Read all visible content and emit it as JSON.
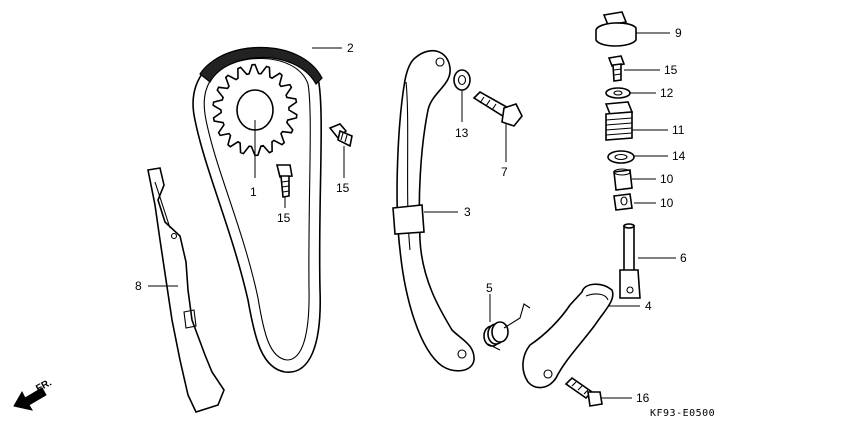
{
  "callouts": [
    {
      "id": "1",
      "text": "1"
    },
    {
      "id": "2",
      "text": "2"
    },
    {
      "id": "3",
      "text": "3"
    },
    {
      "id": "4",
      "text": "4"
    },
    {
      "id": "5",
      "text": "5"
    },
    {
      "id": "6",
      "text": "6"
    },
    {
      "id": "7",
      "text": "7"
    },
    {
      "id": "8",
      "text": "8"
    },
    {
      "id": "9",
      "text": "9"
    },
    {
      "id": "10a",
      "text": "10"
    },
    {
      "id": "10b",
      "text": "10"
    },
    {
      "id": "11",
      "text": "11"
    },
    {
      "id": "12",
      "text": "12"
    },
    {
      "id": "13",
      "text": "13"
    },
    {
      "id": "14",
      "text": "14"
    },
    {
      "id": "15a",
      "text": "15"
    },
    {
      "id": "15b",
      "text": "15"
    },
    {
      "id": "15c",
      "text": "15"
    },
    {
      "id": "16",
      "text": "16"
    }
  ],
  "front_indicator": "FR.",
  "diagram_code": "KF93-E0500"
}
